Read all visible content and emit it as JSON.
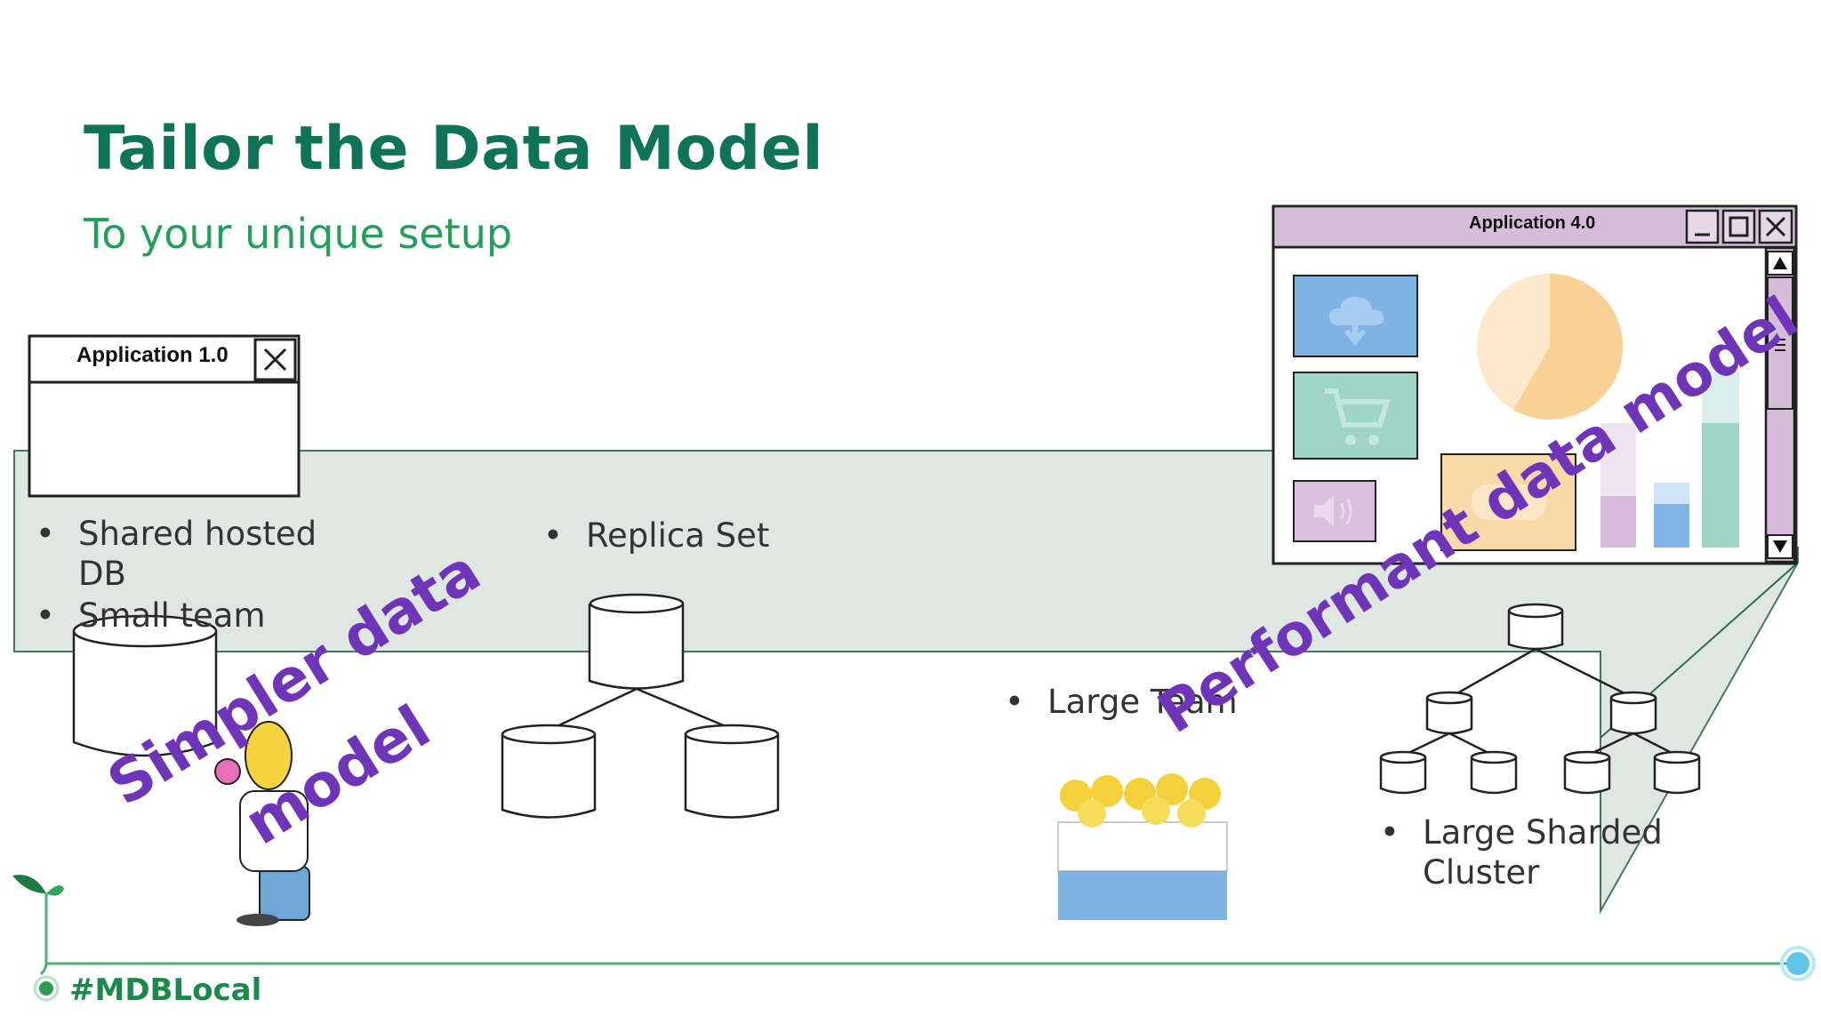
{
  "slide": {
    "title": "Tailor the Data Model",
    "subtitle": "To your unique setup",
    "hashtag": "#MDBLocal"
  },
  "app_small": {
    "title": "Application 1.0"
  },
  "app_large": {
    "title": "Application 4.0"
  },
  "tiers": {
    "shared": {
      "bullets": [
        "Shared hosted",
        "DB",
        "Small team"
      ]
    },
    "replica": {
      "bullets": [
        "Replica Set"
      ]
    },
    "team": {
      "bullets": [
        "Large Team"
      ]
    },
    "sharded": {
      "bullets": [
        "Large Sharded",
        "Cluster"
      ]
    }
  },
  "overlays": {
    "simpler_line1": "Simpler data",
    "simpler_line2": "model",
    "performant": "Performant data model"
  },
  "colors": {
    "title": "#0f7358",
    "subtitle": "#21a05b",
    "band_fill": "#dce5e0",
    "band_stroke": "#2f6b4a",
    "overlay_text": "#6e35b8",
    "app_title_bar": "#d5bcd8",
    "timeline": "#4cb07a",
    "timeline_dot": "#5ec6e8"
  },
  "icons": {
    "small_close": "close-icon",
    "minimize": "minimize-icon",
    "maximize": "maximize-icon",
    "close": "close-icon",
    "scroll_up": "arrow-up-icon",
    "scroll_down": "arrow-down-icon",
    "cloud": "cloud-download-icon",
    "cart": "cart-icon",
    "speaker": "speaker-icon",
    "gamepad": "gamepad-icon",
    "leaf": "sprout-icon"
  }
}
